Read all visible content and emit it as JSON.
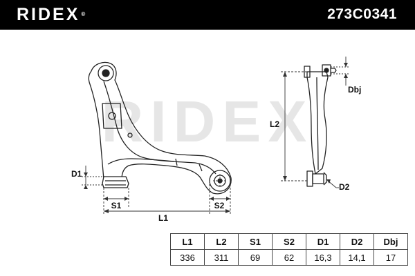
{
  "header": {
    "brand": "RIDEX",
    "part_number": "273C0341"
  },
  "watermark": {
    "text": "RIDEX"
  },
  "drawing_labels": {
    "d1": "D1",
    "s1": "S1",
    "s2": "S2",
    "l1": "L1",
    "l2": "L2",
    "d2": "D2",
    "dbj": "Dbj"
  },
  "dimensions_table": {
    "headers": [
      "L1",
      "L2",
      "S1",
      "S2",
      "D1",
      "D2",
      "Dbj"
    ],
    "values": [
      "336",
      "311",
      "69",
      "62",
      "16,3",
      "14,1",
      "17"
    ]
  },
  "colors": {
    "header_bg": "#000000",
    "header_text": "#ffffff",
    "line": "#222222",
    "watermark": "#e6e6e6"
  }
}
